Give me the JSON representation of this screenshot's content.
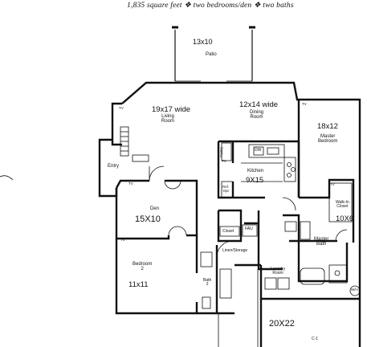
{
  "caption": "1,835 square feet ❖ two bedrooms/den ❖ two baths",
  "rooms": {
    "patio": {
      "size": "13x10",
      "name": "Patio"
    },
    "living": {
      "size": "19x17 wide",
      "name": "Living\nRoom"
    },
    "dining": {
      "size": "12x14 wide",
      "name": "Dining\nRoom"
    },
    "master": {
      "size": "18x12",
      "name": "Master\nBedroom"
    },
    "kitchen": {
      "size": "9X15",
      "name": "Kitchen"
    },
    "entry": {
      "name": "Entry"
    },
    "den": {
      "size": "15X10",
      "name": "Den"
    },
    "walkin": {
      "size": "10X6",
      "name": "Walk-In\nCloset"
    },
    "master_bath": {
      "name": "Master\nBath"
    },
    "bedroom2": {
      "size": "11x11",
      "name": "Bedroom\n2"
    },
    "bath2": {
      "name": "Bath\n2"
    },
    "laundry": {
      "name": "Laundry\nRoom"
    },
    "linen": {
      "name": "Linen/Storage"
    },
    "closet": {
      "name": "Closet"
    },
    "garage": {
      "size": "20X22",
      "id": "C-1"
    }
  },
  "fixtures": {
    "pantry": "Pantry",
    "dw": "DW",
    "ref": "Ref.\nOpt",
    "fau": "FAU",
    "tv": "TV",
    "wh": "W/H"
  }
}
